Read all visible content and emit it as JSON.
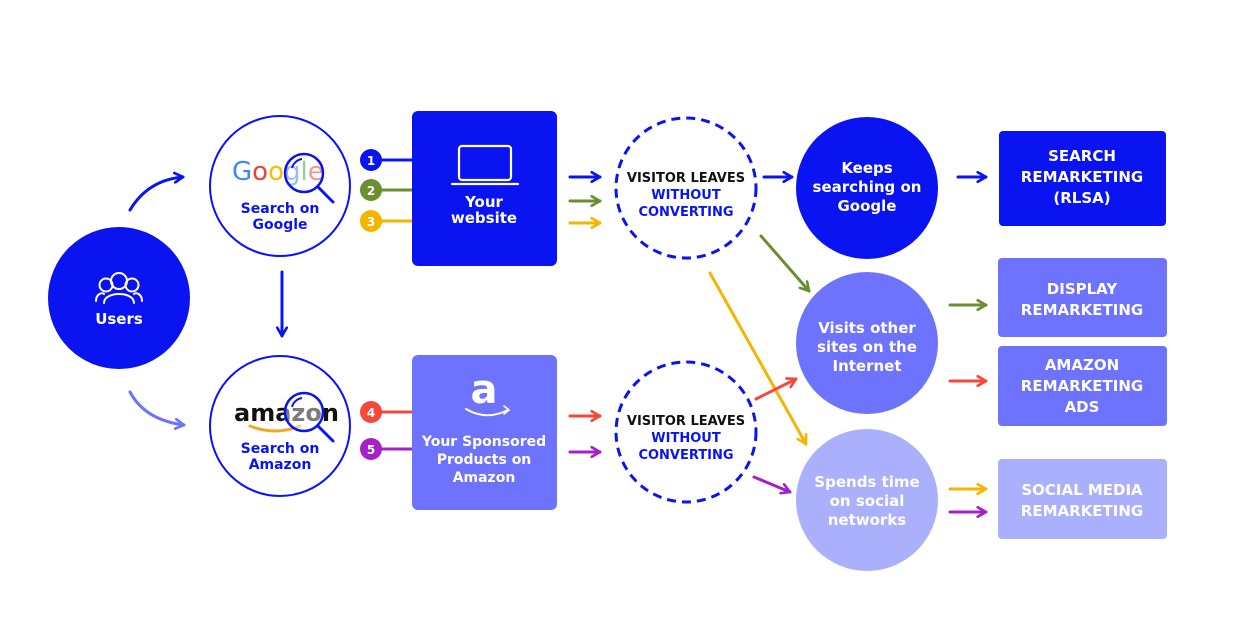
{
  "colors": {
    "primary": "#0a14f0",
    "medium": "#6e73fd",
    "light": "#abb0fd",
    "green": "#6b8e2e",
    "yellow": "#f5b400",
    "red": "#f5473a",
    "purple": "#a322c8"
  },
  "nodes": {
    "users": {
      "label": "Users",
      "icon": "users-icon"
    },
    "google_search": {
      "logo": "Google",
      "label_line1": "Search on",
      "label_line2": "Google",
      "icon": "magnifier-icon"
    },
    "amazon_search": {
      "logo": "amazon",
      "label_line1": "Search on",
      "label_line2": "Amazon",
      "icon": "magnifier-icon"
    },
    "website": {
      "label_line1": "Your",
      "label_line2": "website",
      "icon": "laptop-icon"
    },
    "sponsored": {
      "label_line1": "Your Sponsored",
      "label_line2": "Products on",
      "label_line3": "Amazon",
      "icon": "amazon-logo-icon"
    },
    "visitor_leaves_top": {
      "line1": "VISITOR LEAVES",
      "line2": "WITHOUT",
      "line3": "CONVERTING"
    },
    "visitor_leaves_bottom": {
      "line1": "VISITOR LEAVES",
      "line2": "WITHOUT",
      "line3": "CONVERTING"
    },
    "keeps_searching": {
      "line1": "Keeps",
      "line2": "searching on",
      "line3": "Google"
    },
    "visits_other": {
      "line1": "Visits other",
      "line2": "sites on the",
      "line3": "Internet"
    },
    "spends_time": {
      "line1": "Spends time",
      "line2": "on social",
      "line3": "networks"
    }
  },
  "outcomes": [
    {
      "line1": "SEARCH",
      "line2": "REMARKETING",
      "line3": "(RLSA)"
    },
    {
      "line1": "DISPLAY",
      "line2": "REMARKETING"
    },
    {
      "line1": "AMAZON",
      "line2": "REMARKETING",
      "line3": "ADS"
    },
    {
      "line1": "SOCIAL MEDIA",
      "line2": "REMARKETING"
    }
  ],
  "paths": [
    {
      "number": "1",
      "color": "#0a14f0"
    },
    {
      "number": "2",
      "color": "#6b8e2e"
    },
    {
      "number": "3",
      "color": "#f5b400"
    },
    {
      "number": "4",
      "color": "#f5473a"
    },
    {
      "number": "5",
      "color": "#a322c8"
    }
  ]
}
